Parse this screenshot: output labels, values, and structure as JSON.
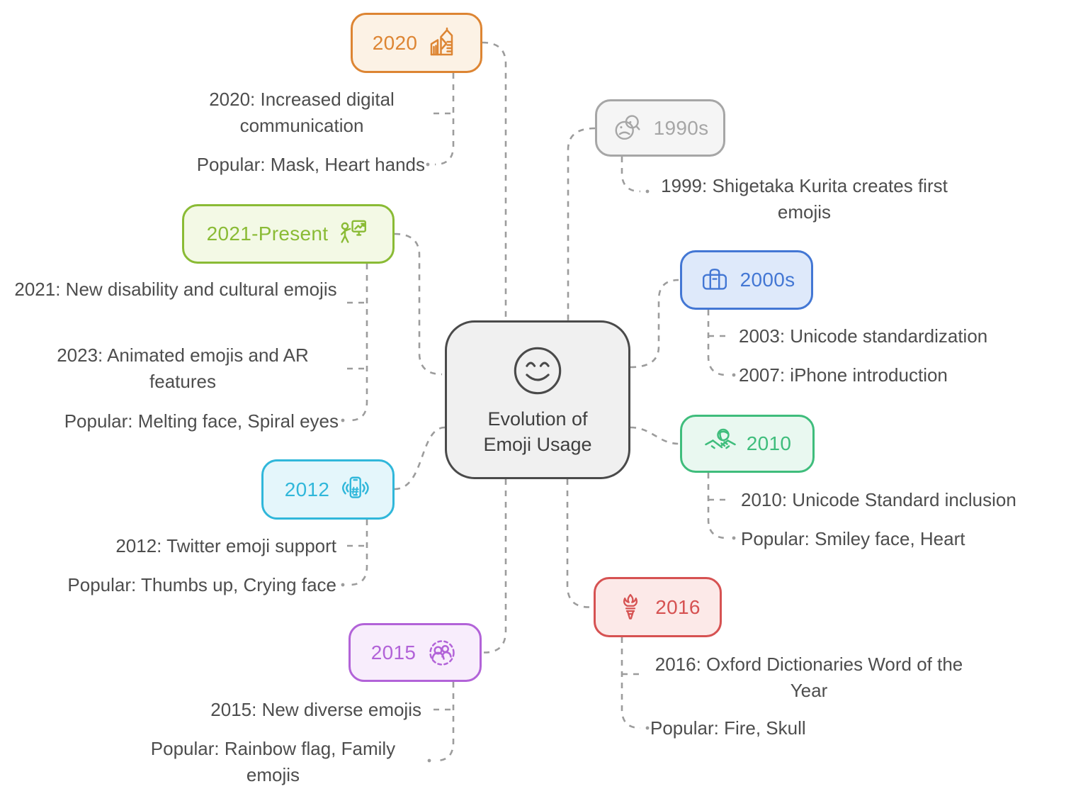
{
  "center": {
    "title": "Evolution of Emoji Usage",
    "icon": "smiley-face-icon",
    "border": "#4A4A4A",
    "bg": "#F0F0F0",
    "text_color": "#3F3F3F"
  },
  "connector_color": "#9C9C9C",
  "leaf_text_color": "#4D4D4D",
  "nodes": {
    "1990s": {
      "label": "1990s",
      "color": "#A6A6A6",
      "bg": "#F5F5F5",
      "icon": "confused-face-magnifier-icon",
      "children": [
        "1999: Shigetaka Kurita creates first emojis"
      ]
    },
    "2000s": {
      "label": "2000s",
      "color": "#4377D4",
      "bg": "#DEE9FA",
      "icon": "travel-bag-icon",
      "children": [
        "2003: Unicode standardization",
        "2007: iPhone introduction"
      ]
    },
    "2010": {
      "label": "2010",
      "color": "#3FBD7C",
      "bg": "#E9F8F0",
      "icon": "handshake-globe-icon",
      "children": [
        "2010: Unicode Standard inclusion",
        "Popular: Smiley face, Heart"
      ]
    },
    "2016": {
      "label": "2016",
      "color": "#D65252",
      "bg": "#FCE9E8",
      "icon": "torch-icon",
      "children": [
        "2016: Oxford Dictionaries Word of the Year",
        "Popular: Fire, Skull"
      ]
    },
    "2020": {
      "label": "2020",
      "color": "#DD8533",
      "bg": "#FCF2E5",
      "icon": "city-buildings-icon",
      "children": [
        "2020: Increased digital communication",
        "Popular: Mask, Heart hands"
      ]
    },
    "2021": {
      "label": "2021-Present",
      "color": "#8ABB35",
      "bg": "#F3F9E5",
      "icon": "presenter-chart-icon",
      "children": [
        "2021: New disability and cultural emojis",
        "2023: Animated emojis and AR features",
        "Popular: Melting face, Spiral eyes"
      ]
    },
    "2012": {
      "label": "2012",
      "color": "#30B7DA",
      "bg": "#E4F6FB",
      "icon": "phone-hashtag-icon",
      "children": [
        "2012: Twitter emoji support",
        "Popular: Thumbs up, Crying face"
      ]
    },
    "2015": {
      "label": "2015",
      "color": "#B263D8",
      "bg": "#F8EDFC",
      "icon": "people-group-icon",
      "children": [
        "2015: New diverse emojis",
        "Popular: Rainbow flag, Family emojis"
      ]
    }
  }
}
